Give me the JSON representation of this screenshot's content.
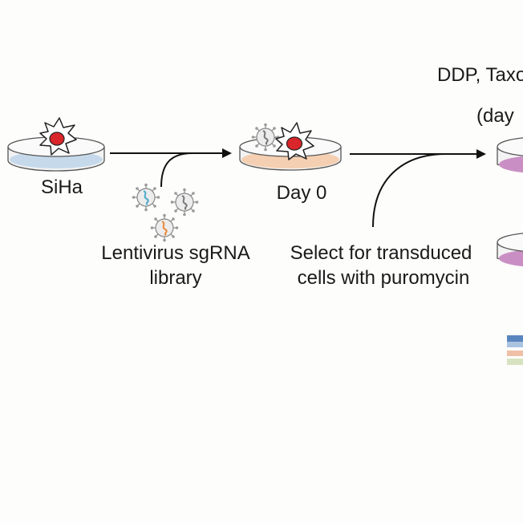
{
  "labels": {
    "siha": "SiHa",
    "day0": "Day 0",
    "library_line1": "Lentivirus sgRNA",
    "library_line2": "library",
    "select_line1": "Select for transduced",
    "select_line2": "cells with puromycin",
    "treatment_partial": "DDP, Taxo",
    "day_partial": "(day"
  },
  "icons": {
    "cell": "stellate-cell-icon",
    "virus": "lentivirus-particle-icon",
    "dish": "petri-dish-icon"
  },
  "colors": {
    "dish_siha": "#c5d9ea",
    "dish_day0": "#f5cfb1",
    "dish_treated": "#c98fc4",
    "nucleus": "#d9262a",
    "virus_blue": "#4aa8c8",
    "virus_orange": "#e8893a",
    "virus_gray": "#777777",
    "band_blue": "#5a86bd",
    "band_blue_light": "#a9c3e0",
    "band_peach": "#f0c0a6",
    "band_green": "#d7e3c0"
  }
}
